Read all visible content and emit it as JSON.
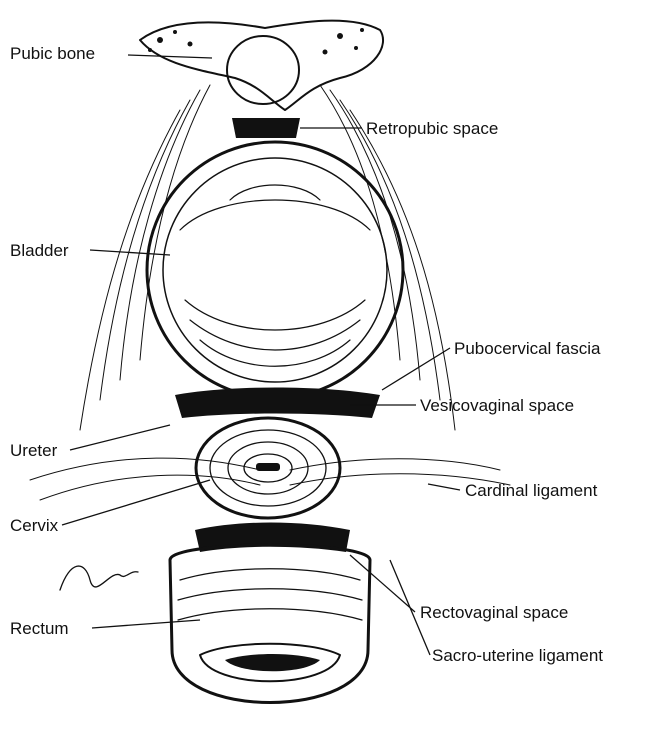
{
  "figure": {
    "ink_color": "#111111",
    "background": "#ffffff",
    "labels": {
      "pubic_bone": "Pubic bone",
      "retropubic_space": "Retropubic space",
      "bladder": "Bladder",
      "pubocervical_fascia": "Pubocervical fascia",
      "vesicovaginal_space": "Vesicovaginal space",
      "ureter": "Ureter",
      "cardinal_ligament": "Cardinal ligament",
      "cervix": "Cervix",
      "rectum": "Rectum",
      "rectovaginal_space": "Rectovaginal space",
      "sacro_uterine_ligament": "Sacro-uterine ligament"
    },
    "signature": "Hoyer"
  }
}
